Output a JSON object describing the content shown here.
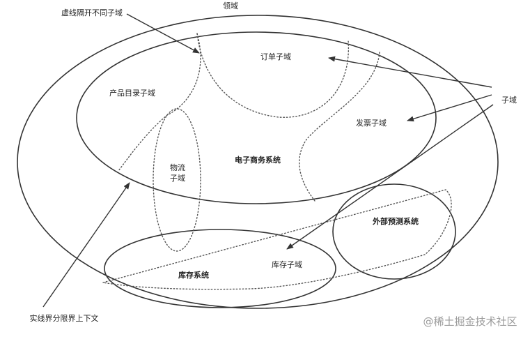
{
  "labels": {
    "domain": "领域",
    "dashed_note": "虚线隔开不同子域",
    "solid_note": "实线界分限界上下文",
    "subdomain": "子域",
    "ecommerce": "电子商务系统",
    "order_sub": "订单子域",
    "product_sub": "产品目录子域",
    "invoice_sub": "发票子域",
    "logistics_line1": "物流",
    "logistics_line2": "子域",
    "inventory_system": "库存系统",
    "inventory_sub": "库存子域",
    "forecast_system": "外部预测系统"
  },
  "watermark": "@稀土掘金技术社区",
  "colors": {
    "stroke": "#333333",
    "dotted": "#555555",
    "text": "#222222",
    "watermark": "#9a9a9a"
  }
}
